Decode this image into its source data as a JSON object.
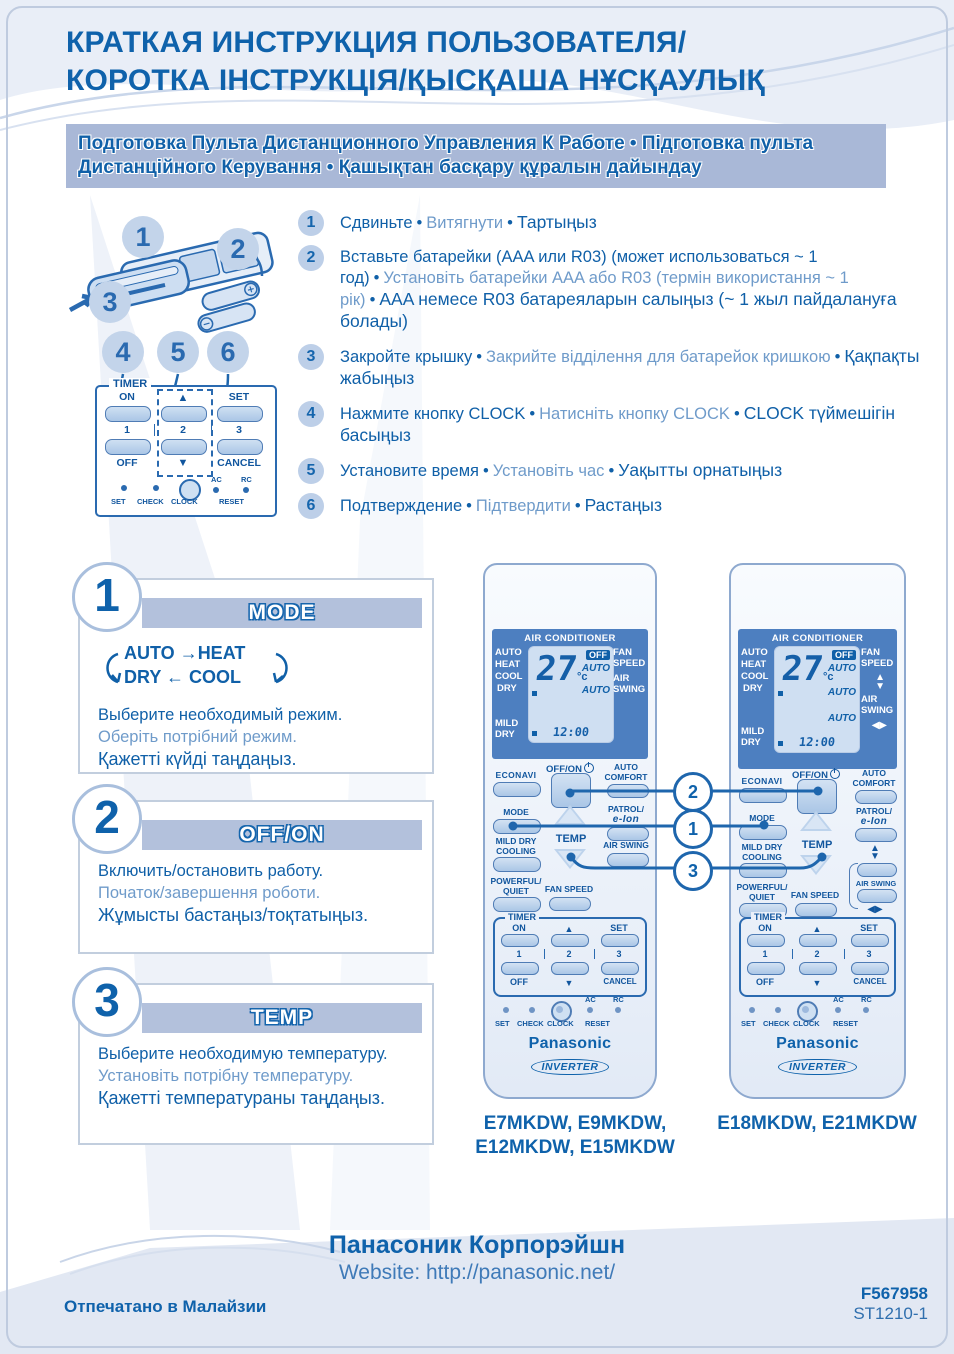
{
  "page": {
    "title_line1": "КРАТКАЯ ИНСТРУКЦИЯ ПОЛЬЗОВАТЕЛЯ/",
    "title_line2": "КОРОТКА ІНСТРУКЦІЯ/ҚЫСҚАША НҰСҚАУЛЫҚ",
    "subtitle": "Подготовка Пульта Дистанционного Управления К Работе • Підготовка пульта Дистанційного Керування • Қашықтан басқару құралын дайындау"
  },
  "chars": {
    "bullet": "•",
    "arrow_right": "→",
    "arrow_left": "←",
    "tri_up": "▲",
    "tri_down": "▼",
    "tri_left": "◀",
    "tri_right": "▶"
  },
  "steps": [
    {
      "num": "1",
      "ru": "Сдвиньте",
      "ua": "Витягнути",
      "kz": "Тартыңыз"
    },
    {
      "num": "2",
      "ru": "Вставьте батарейки (AAA или R03) (может использоваться ~ 1 год)",
      "ua": "Установіть батарейки AAA або R03 (термін використання ~ 1 рік)",
      "kz": "AAA немесе R03 батареяларын салыңыз (~ 1 жыл пайдалануға болады)"
    },
    {
      "num": "3",
      "ru": "Закройте крышку",
      "ua": "Закрийте відділення для батарейок кришкою",
      "kz": "Қақпақты жабыңыз"
    },
    {
      "num": "4",
      "ru": "Нажмите кнопку CLOCK",
      "ua": "Натисніть кнопку CLOCK",
      "kz": "CLOCK түймешігін басыңыз"
    },
    {
      "num": "5",
      "ru": "Установите время",
      "ua": "Установіть час",
      "kz": "Уақытты орнатыңыз"
    },
    {
      "num": "6",
      "ru": "Подтверждение",
      "ua": "Підтвердити",
      "kz": "Растаңыз"
    }
  ],
  "callouts": {
    "battery": [
      "1",
      "2",
      "3"
    ],
    "clockset": [
      "4",
      "5",
      "6"
    ],
    "remote": [
      "2",
      "1",
      "3"
    ]
  },
  "sections": [
    {
      "num": "1",
      "header": "MODE",
      "ru": "Выберите необходимый режим.",
      "ua": "Оберіть потрібний режим.",
      "kz": "Қажетті күйді таңдаңыз."
    },
    {
      "num": "2",
      "header": "OFF/ON",
      "ru": "Включить/остановить работу.",
      "ua": "Початок/завершення роботи.",
      "kz": "Жұмысты бастаңыз/тоқтатыңыз."
    },
    {
      "num": "3",
      "header": "TEMP",
      "ru": "Выберите необходимую температуру.",
      "ua": "Установіть потрібну температуру.",
      "kz": "Қажетті температураны таңдаңыз."
    }
  ],
  "mode_cycle": {
    "auto": "AUTO",
    "heat": "HEAT",
    "dry": "DRY",
    "cool": "COOL"
  },
  "lbl": {
    "econavi": "ECONAVI",
    "offon": "OFF/ON",
    "auto_comfort1": "AUTO",
    "auto_comfort2": "COMFORT",
    "mode": "MODE",
    "patrol": "PATROL/",
    "eion": "e-Ion",
    "mild1": "MILD DRY",
    "mild2": "COOLING",
    "temp": "TEMP",
    "air_swing": "AIR SWING",
    "powerful1": "POWERFUL/",
    "powerful2": "QUIET",
    "fan_speed": "FAN SPEED",
    "timer": "TIMER",
    "on": "ON",
    "off": "OFF",
    "set": "SET",
    "cancel": "CANCEL",
    "n1": "1",
    "n2": "2",
    "n3": "3",
    "check": "CHECK",
    "clock": "CLOCK",
    "ac": "AC",
    "rc": "RC",
    "reset": "RESET",
    "brand": "Panasonic",
    "inverter": "INVERTER"
  },
  "lcd": {
    "title": "AIR CONDITIONER",
    "temp": "27",
    "unit": "°c",
    "off": "OFF",
    "auto": "AUTO",
    "time": "12:00",
    "m0": "AUTO",
    "m1": "HEAT",
    "m2": "COOL",
    "m3": "DRY",
    "mild1": "MILD",
    "mild2": "DRY",
    "fan1": "FAN",
    "fan2": "SPEED",
    "air1": "AIR",
    "air2": "SWING"
  },
  "captions": {
    "left1": "E7MKDW, E9MKDW,",
    "left2": "E12MKDW, E15MKDW",
    "right": "E18MKDW, E21MKDW"
  },
  "footer": {
    "company": "Панасоник Корпорэйшн",
    "website": "Website: http://panasonic.net/",
    "printed": "Отпечатано в Малайзии",
    "code1": "F567958",
    "code2": "ST1210-1"
  },
  "colors": {
    "accent": "#1060a8",
    "panel_blue": "#4d7fc0",
    "band": "#a9b8d7",
    "lcd_bg": "#cfdff2",
    "ua_text": "#6f9bca"
  }
}
